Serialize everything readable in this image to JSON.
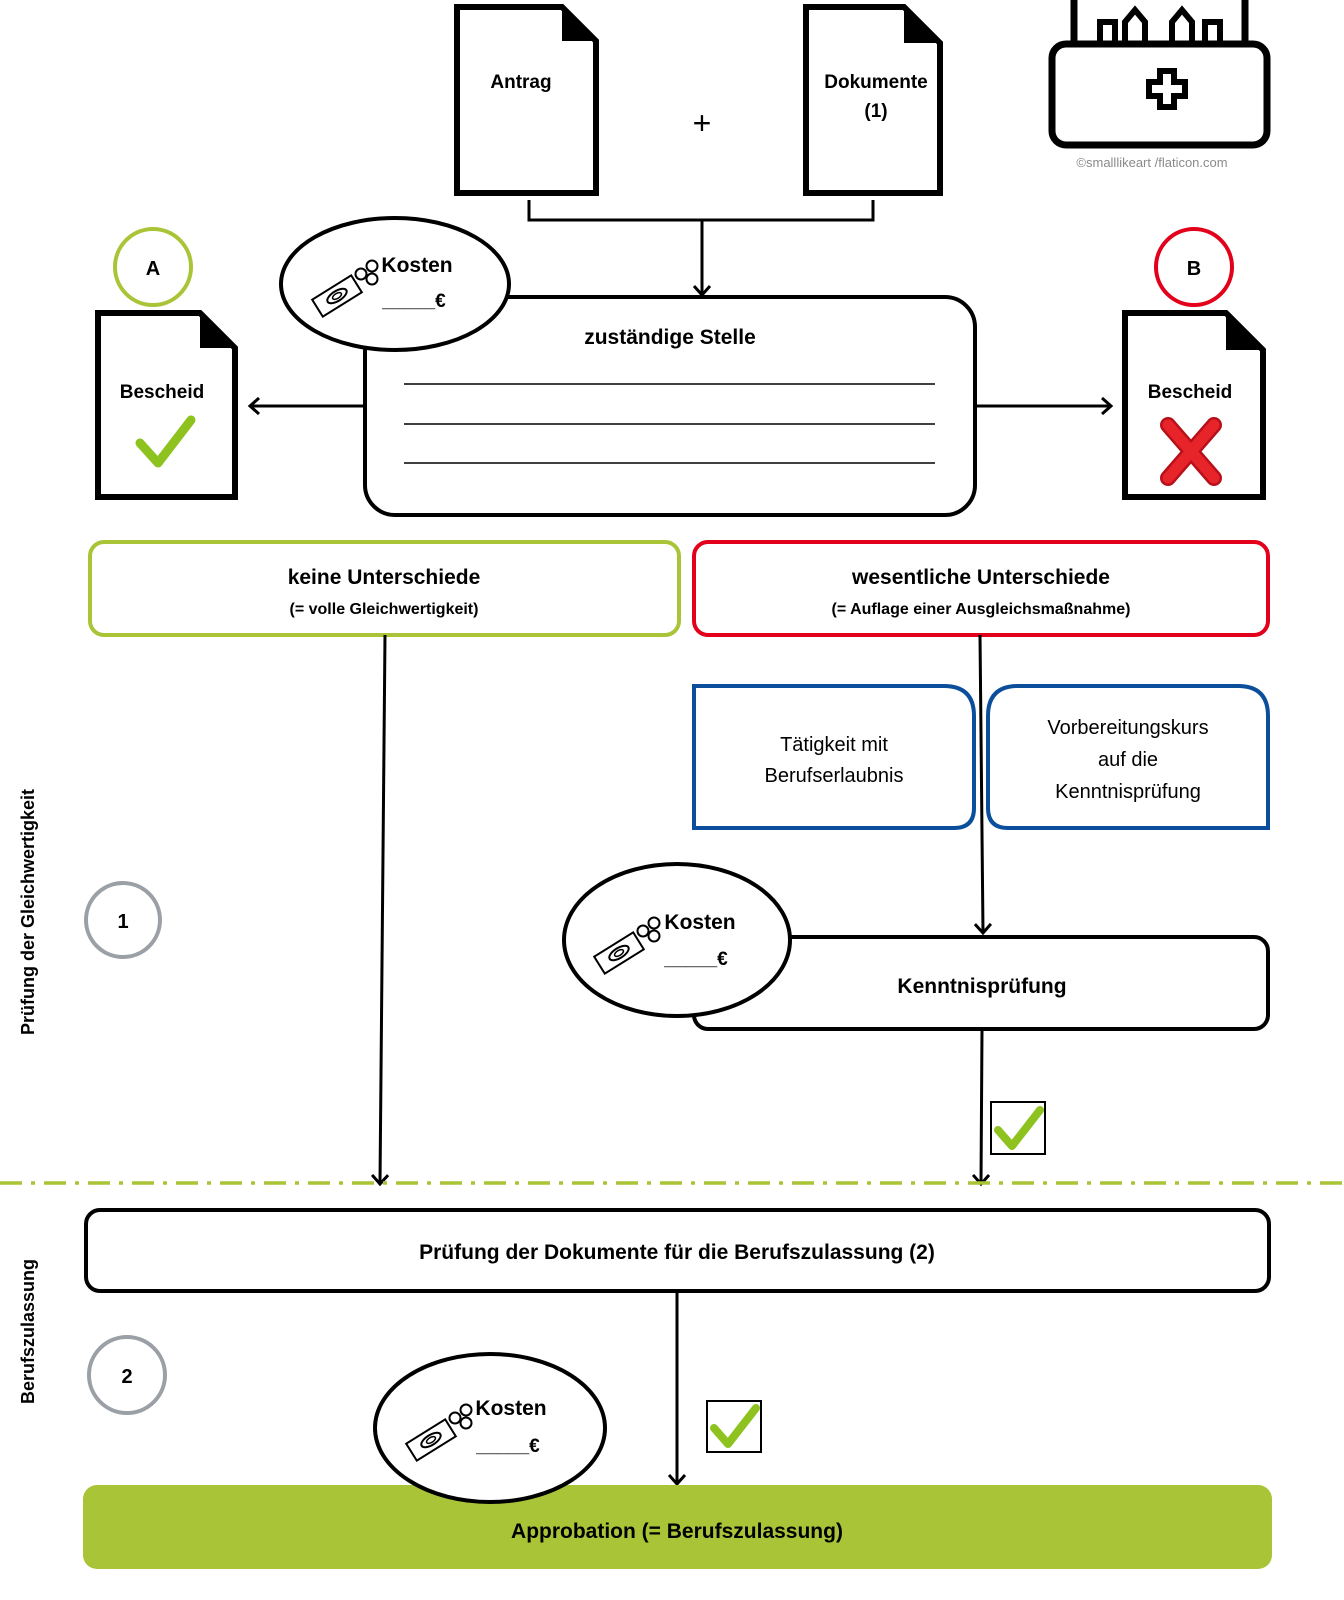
{
  "documents": {
    "antrag": "Antrag",
    "plus": "+",
    "dokumente_line1": "Dokumente",
    "dokumente_line2": "(1)"
  },
  "credit": "©smalllikeart /flaticon.com",
  "markers": {
    "a": "A",
    "b": "B",
    "one": "1",
    "two": "2"
  },
  "bescheid": {
    "positive": "Bescheid",
    "negative": "Bescheid"
  },
  "cost": {
    "label": "Kosten",
    "blank": "_____€"
  },
  "authority": {
    "title": "zuständige Stelle",
    "line": "__________________________________________"
  },
  "outcomes": {
    "none_title": "keine Unterschiede",
    "none_sub": "(= volle Gleichwertigkeit)",
    "essential_title": "wesentliche Unterschiede",
    "essential_sub": "(= Auflage einer Ausgleichsmaßnahme)"
  },
  "options": {
    "opt1_line1": "Tätigkeit mit",
    "opt1_line2": "Berufserlaubnis",
    "opt2_line1": "Vorbereitungskurs",
    "opt2_line2": "auf die",
    "opt2_line3": "Kenntnisprüfung"
  },
  "exam": "Kenntnisprüfung",
  "review": "Prüfung der Dokumente für die Berufszulassung (2)",
  "approbation": "Approbation (= Berufszulassung)",
  "sections": {
    "section1": "Prüfung der Gleichwertigkeit",
    "section2": "Berufszulassung"
  },
  "colors": {
    "green": "#a9c437",
    "red": "#e2001a",
    "blue": "#0b4f9c",
    "gray": "#9aa0a6",
    "check": "#8dc21f",
    "cross": "#e8242b"
  }
}
